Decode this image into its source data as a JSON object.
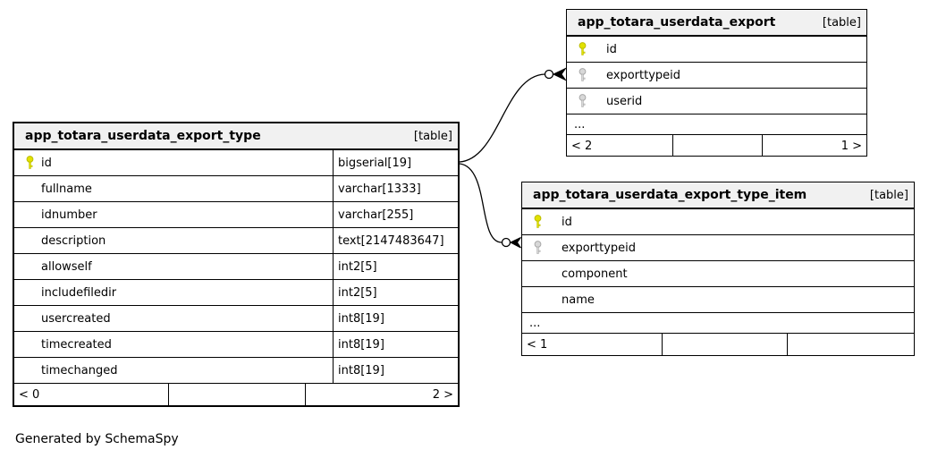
{
  "canvas": {
    "background": "#ffffff"
  },
  "colors": {
    "table_header_bg": "#f1f1f1",
    "table_border": "#000000",
    "primary_key_icon": "#e2e200",
    "foreign_key_icon": "#d0d0d0",
    "edge_line": "#000000"
  },
  "icons": {
    "primary_key": "key-icon (yellow)",
    "foreign_key": "key-icon (gray)"
  },
  "generator_note": "Generated by SchemaSpy",
  "tables": [
    {
      "name": "app_totara_userdata_export_type",
      "type_label": "[table]",
      "columns": [
        {
          "name": "id",
          "type": "bigserial[19]",
          "key": "primary"
        },
        {
          "name": "fullname",
          "type": "varchar[1333]",
          "key": "none"
        },
        {
          "name": "idnumber",
          "type": "varchar[255]",
          "key": "none"
        },
        {
          "name": "description",
          "type": "text[2147483647]",
          "key": "none"
        },
        {
          "name": "allowself",
          "type": "int2[5]",
          "key": "none"
        },
        {
          "name": "includefiledir",
          "type": "int2[5]",
          "key": "none"
        },
        {
          "name": "usercreated",
          "type": "int8[19]",
          "key": "none"
        },
        {
          "name": "timecreated",
          "type": "int8[19]",
          "key": "none"
        },
        {
          "name": "timechanged",
          "type": "int8[19]",
          "key": "none"
        }
      ],
      "footer": {
        "left": "< 0",
        "middle": "",
        "right": "2 >"
      }
    },
    {
      "name": "app_totara_userdata_export",
      "type_label": "[table]",
      "columns": [
        {
          "name": "id",
          "key": "primary"
        },
        {
          "name": "exporttypeid",
          "key": "foreign"
        },
        {
          "name": "userid",
          "key": "foreign"
        }
      ],
      "more_marker": "...",
      "footer": {
        "left": "< 2",
        "middle": "",
        "right": "1 >"
      }
    },
    {
      "name": "app_totara_userdata_export_type_item",
      "type_label": "[table]",
      "columns": [
        {
          "name": "id",
          "key": "primary"
        },
        {
          "name": "exporttypeid",
          "key": "foreign"
        },
        {
          "name": "component",
          "key": "none"
        },
        {
          "name": "name",
          "key": "none"
        }
      ],
      "more_marker": "...",
      "footer": {
        "left": "< 1",
        "middle": "",
        "right": ""
      }
    }
  ],
  "relationships": [
    {
      "from": "app_totara_userdata_export_type.id",
      "to": "app_totara_userdata_export.exporttypeid"
    },
    {
      "from": "app_totara_userdata_export_type.id",
      "to": "app_totara_userdata_export_type_item.exporttypeid"
    }
  ]
}
